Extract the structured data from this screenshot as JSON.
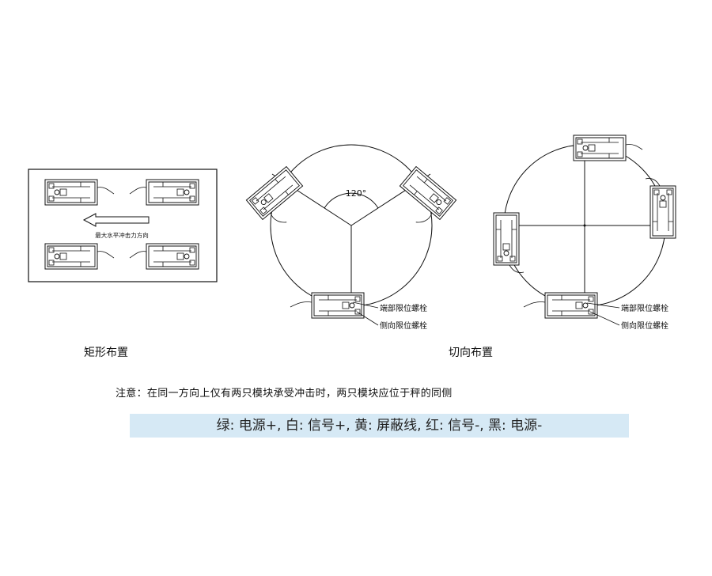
{
  "rect_layout": {
    "caption": "矩形布置",
    "arrow_label": "最大水平冲击力方向"
  },
  "triangle_layout": {
    "angle_label": "120°"
  },
  "tangent_layout": {
    "caption": "切向布置"
  },
  "callouts": {
    "end_bolt": "端部限位螺栓",
    "side_bolt": "侧向限位螺栓"
  },
  "note": "注意：在同一方向上仅有两只模块承受冲击时，两只模块应位于秤的同侧",
  "wire_legend": "绿: 电源+, 白: 信号+, 黄: 屏蔽线, 红: 信号-, 黑: 电源-",
  "colors": {
    "legend_background": "#d6e9f5",
    "line": "#111111"
  }
}
